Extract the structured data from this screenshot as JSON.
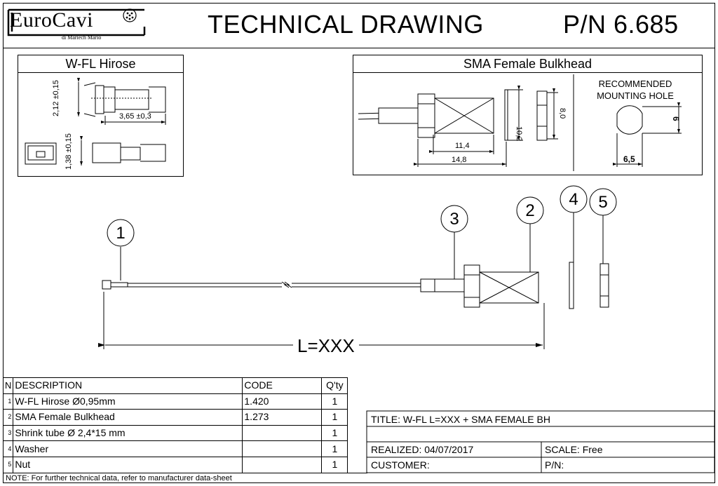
{
  "header": {
    "logo_text": "EuroCavi",
    "logo_subtitle": "di Mariech Mario",
    "title": "TECHNICAL DRAWING",
    "part_number": "P/N 6.685"
  },
  "wfl_panel": {
    "title": "W-FL Hirose",
    "dims": {
      "height": "2,12 ±0,15",
      "length": "3,65 ±0,3",
      "thickness": "1,38 ±0,15"
    }
  },
  "sma_panel": {
    "title": "SMA Female Bulkhead",
    "dims": {
      "dia_washer": "10,2",
      "dia_nut": "8,0",
      "body_length": "11,4",
      "total_length": "14,8"
    },
    "mounting_note_line1": "RECOMMENDED",
    "mounting_note_line2": "MOUNTING  HOLE",
    "hole_dims": {
      "height": "6",
      "width": "6,5"
    }
  },
  "balloons": [
    "1",
    "2",
    "3",
    "4",
    "5"
  ],
  "length_label": "L=XXX",
  "bom": {
    "headers": {
      "n": "N",
      "description": "DESCRIPTION",
      "code": "CODE",
      "qty": "Q'ty"
    },
    "rows": [
      {
        "n": "1",
        "description": "W-FL Hirose Ø0,95mm",
        "code": "1.420",
        "qty": "1"
      },
      {
        "n": "2",
        "description": "SMA Female Bulkhead",
        "code": "1.273",
        "qty": "1"
      },
      {
        "n": "3",
        "description": "Shrink tube Ø 2,4*15 mm",
        "code": "",
        "qty": "1"
      },
      {
        "n": "4",
        "description": "Washer",
        "code": "",
        "qty": "1"
      },
      {
        "n": "5",
        "description": "Nut",
        "code": "",
        "qty": "1"
      }
    ]
  },
  "title_block": {
    "title": "TITLE: W-FL L=XXX + SMA FEMALE BH",
    "realized": "REALIZED: 04/07/2017",
    "scale": "SCALE: Free",
    "customer": "CUSTOMER:",
    "pn": "P/N:"
  },
  "note": "NOTE: For further technical data, refer to manufacturer data-sheet"
}
